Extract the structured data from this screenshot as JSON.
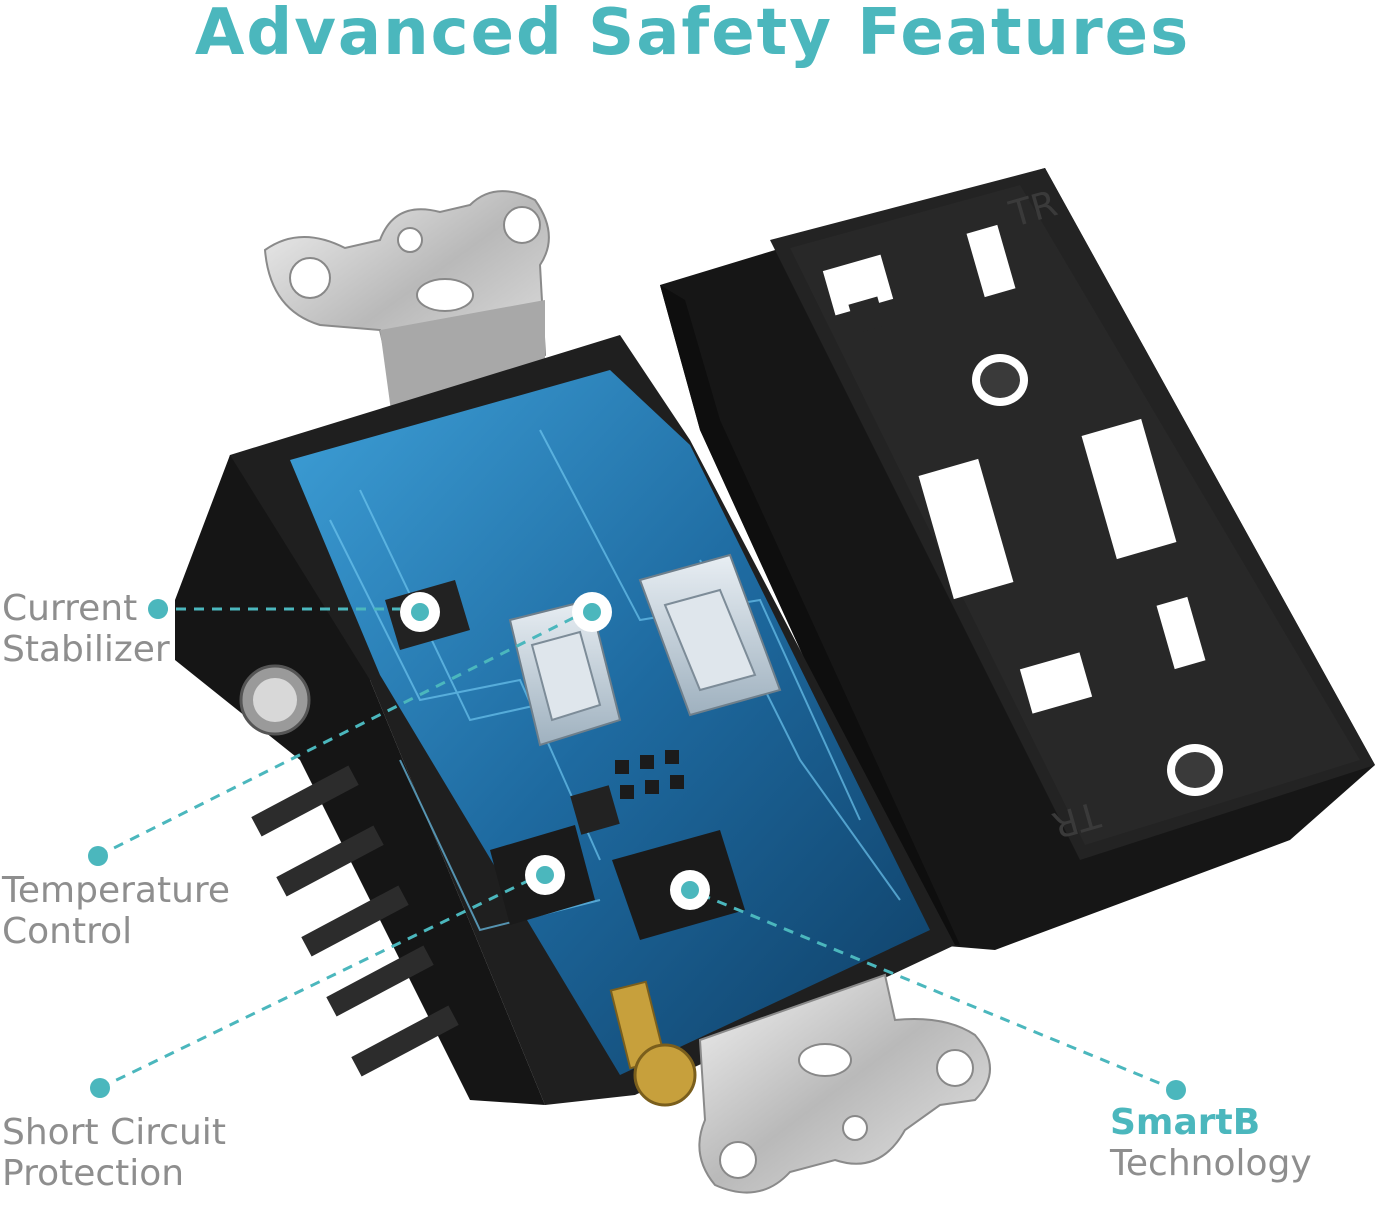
{
  "title": "Advanced Safety Features",
  "labels": {
    "current_stabilizer": {
      "line1": "Current",
      "line2": "Stabilizer"
    },
    "temperature_control": {
      "line1": "Temperature",
      "line2": "Control"
    },
    "short_circuit": {
      "line1": "Short Circuit",
      "line2": "Protection"
    },
    "smartb": {
      "line1": "SmartB",
      "line2": "Technology"
    }
  },
  "marks": {
    "tr": "TR"
  },
  "colors": {
    "accent": "#4bb7bd",
    "label": "#8e8e8e",
    "housing": "#1f1f1f",
    "board": "#1e6aa0"
  }
}
